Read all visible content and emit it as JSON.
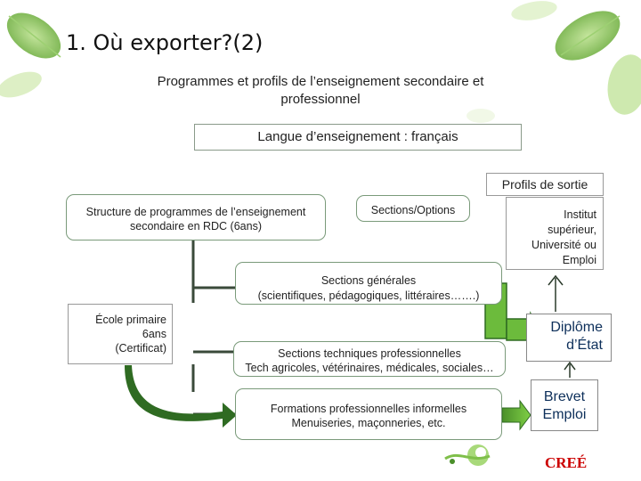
{
  "slide": {
    "title": "1. Où exporter?(2)",
    "subtitle": "Programmes et profils de l’enseignement secondaire et professionnel",
    "language_box": "Langue d’enseignement : français",
    "profils_sortie": "Profils de sortie",
    "structure_box": "Structure de programmes de l’enseignement secondaire en RDC (6ans)",
    "sections_options": "Sections/Options",
    "institut_box": [
      "Institut",
      "supérieur,",
      "Université ou",
      "Emploi"
    ],
    "sections_generales": [
      "Sections générales",
      "(scientifiques, pédagogiques, littéraires…….)"
    ],
    "ecole_primaire": [
      "École primaire",
      "6ans",
      "(Certificat)"
    ],
    "sections_techniques": [
      "Sections techniques professionnelles",
      "Tech agricoles, vétérinaires, médicales, sociales…"
    ],
    "formations": [
      "Formations professionnelles informelles",
      "Menuiseries, maçonneries, etc."
    ],
    "diplome": [
      "Diplôme",
      "d’État"
    ],
    "brevet": [
      "Brevet",
      "Emploi"
    ],
    "logo_text": "CREÉ"
  },
  "colors": {
    "arrow_green": "#6cbb3c",
    "arrow_dark": "#2f6b22",
    "connector": "#3a4a3a",
    "box_border": "#7a9a7a",
    "heading_blue": "#0d2f5a",
    "logo_red": "#cc0000"
  }
}
